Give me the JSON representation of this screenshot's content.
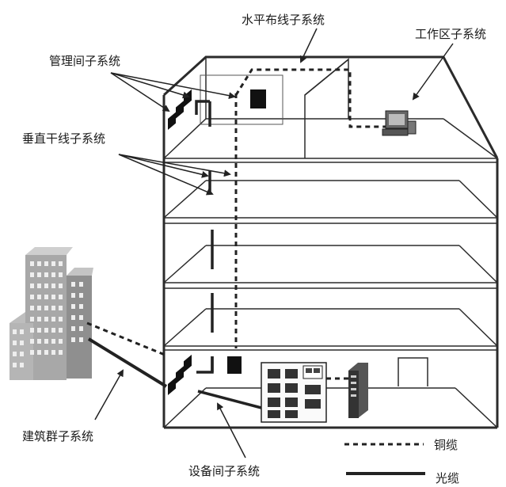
{
  "labels": {
    "horizontal": "水平布线子系统",
    "work_area": "工作区子系统",
    "management": "管理间子系统",
    "vertical": "垂直干线子系统",
    "building_group": "建筑群子系统",
    "equipment_room": "设备间子系统"
  },
  "legend": {
    "copper": "铜缆",
    "fiber": "光缆"
  },
  "colors": {
    "line": "#222222",
    "frame": "#2b2b2b",
    "building": "#9a9a9a",
    "building_dark": "#6e6e6e",
    "window": "#e8e8e8"
  },
  "icons": [
    "building-icon",
    "computer-icon",
    "server-cabinet-icon",
    "distribution-rack-icon",
    "patch-panel-icon",
    "switch-icon"
  ]
}
